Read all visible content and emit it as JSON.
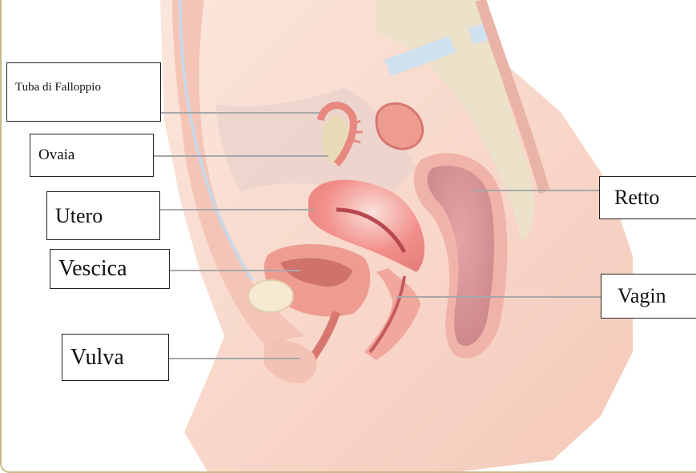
{
  "labels": {
    "tuba": "Tuba di Falloppio",
    "ovaia": "Ovaia",
    "utero": "Utero",
    "vescica": "Vescica",
    "vulva": "Vulva",
    "retto": "Retto",
    "vagin": "Vagin"
  },
  "colors": {
    "skin": "#f7d9cc",
    "tissue": "#f2b7a6",
    "organ": "#ee8f86",
    "organ_dark": "#d86a6c",
    "bone": "#e8dcc4",
    "leader_line": "#a8a8a8"
  }
}
